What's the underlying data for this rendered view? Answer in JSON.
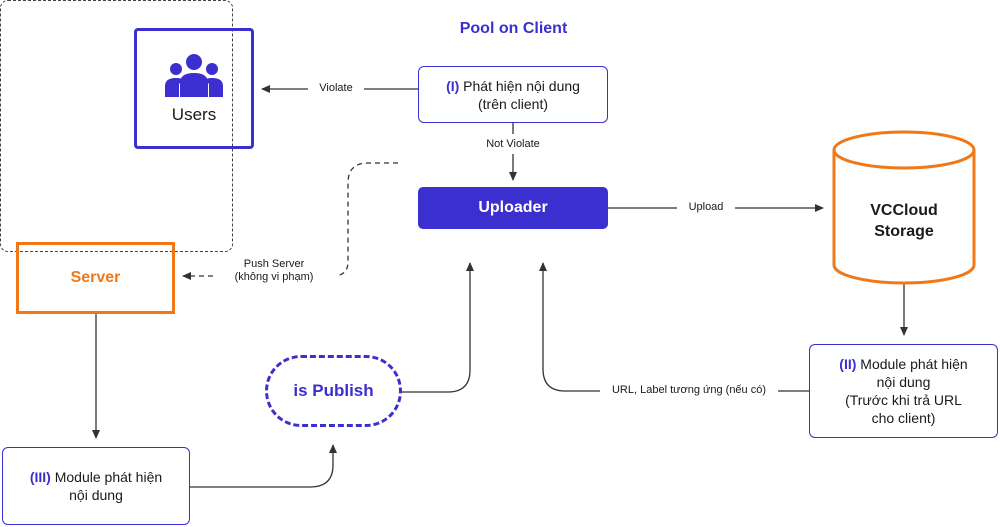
{
  "pool": {
    "title": "Pool on Client"
  },
  "users": {
    "label": "Users",
    "icon": "users-icon"
  },
  "detect_client": {
    "roman": "(I)",
    "line1": "Phát hiện nội dung",
    "line2": "(trên client)"
  },
  "uploader": {
    "label": "Uploader"
  },
  "storage": {
    "line1": "VCCloud",
    "line2": "Storage"
  },
  "server": {
    "label": "Server"
  },
  "publish": {
    "label": "is Publish"
  },
  "detect_server": {
    "roman": "(III)",
    "line1": "Module phát hiện",
    "line2": "nội dung"
  },
  "detect_storage": {
    "roman": "(II)",
    "line1": "Module phát hiện",
    "line2": "nội dung",
    "line3": "(Trước khi trả URL",
    "line4": "cho client)"
  },
  "edges": {
    "violate": "Violate",
    "not_violate": "Not Violate",
    "upload": "Upload",
    "push_server_1": "Push Server",
    "push_server_2": "(không vi phạm)",
    "url_label": "URL, Label tương ứng (nếu có)"
  },
  "colors": {
    "primary": "#3b2fd0",
    "orange": "#f07818",
    "line": "#333333"
  }
}
